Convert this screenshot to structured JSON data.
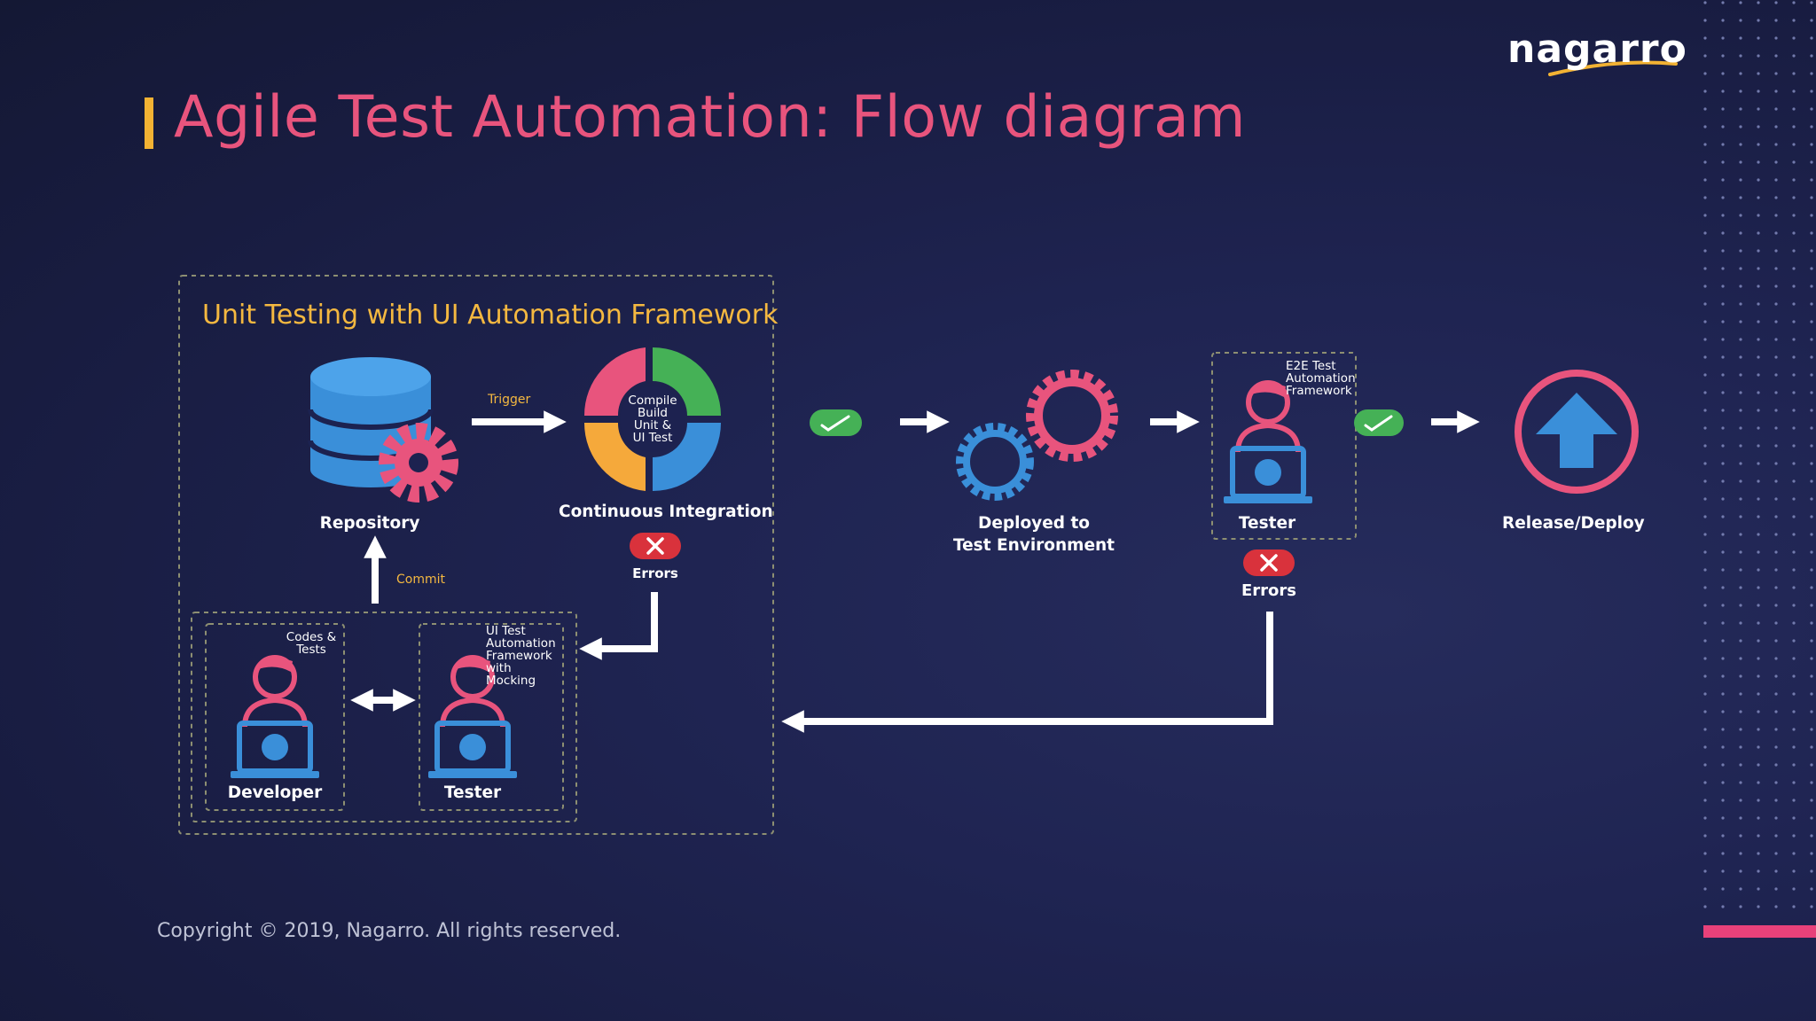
{
  "slide": {
    "title": "Agile Test Automation: Flow diagram",
    "logo": "nagarro",
    "copyright": "Copyright © 2019, Nagarro. All rights reserved."
  },
  "unit_box": {
    "title": "Unit Testing with UI Automation Framework",
    "repository_label": "Repository",
    "trigger_label": "Trigger",
    "ci_label": "Continuous Integration",
    "ci_inner_text": [
      "Compile",
      "Build",
      "Unit &",
      "UI Test"
    ],
    "errors_label": "Errors",
    "commit_label": "Commit",
    "developer_note": [
      "Codes &",
      "Tests"
    ],
    "developer_label": "Developer",
    "tester_note": [
      "UI Test",
      "Automation",
      "Framework",
      "with Mocking"
    ],
    "tester_label": "Tester"
  },
  "pipeline": {
    "deploy_label_line1": "Deployed to",
    "deploy_label_line2": "Test Environment",
    "e2e_note": [
      "E2E Test",
      "Automation",
      "Framework"
    ],
    "e2e_tester_label": "Tester",
    "e2e_errors_label": "Errors",
    "release_label": "Release/Deploy"
  },
  "colors": {
    "title": "#e8547d",
    "accent_yellow": "#f2b233",
    "pink": "#e8547d",
    "blue": "#3a8fd9",
    "green": "#45b156",
    "orange": "#f5a93b",
    "error_red": "#d9323c",
    "bottom_bar": "#e8417a"
  },
  "icons": [
    "database-icon",
    "gear-icon",
    "cycle-icon",
    "check-icon",
    "error-icon",
    "gears-icon",
    "developer-icon",
    "tester-icon",
    "upload-arrow-icon"
  ]
}
